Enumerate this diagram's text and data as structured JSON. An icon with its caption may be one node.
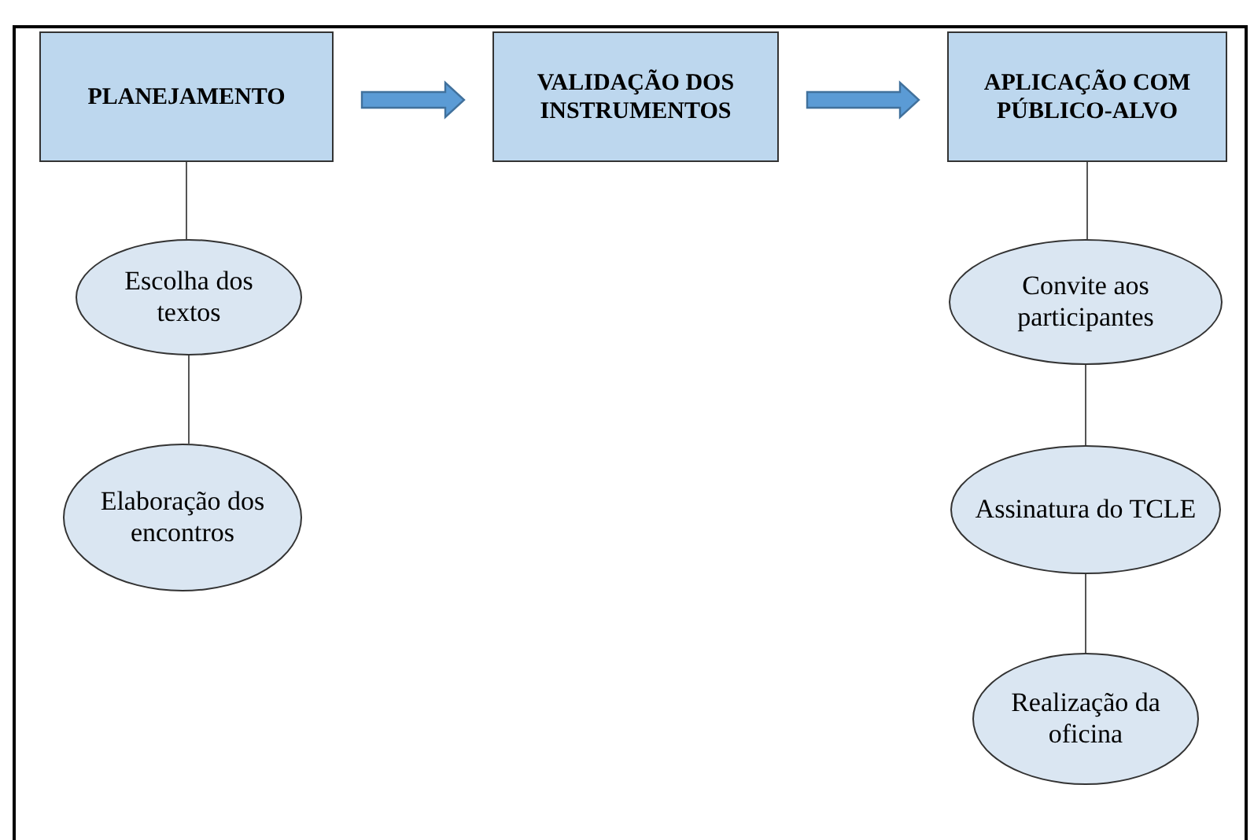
{
  "diagram": {
    "nodes": [
      {
        "text": [
          "PLANEJAMENTO"
        ]
      },
      {
        "text": [
          "VALIDAÇÃO DOS INSTRUMENTOS"
        ]
      },
      {
        "text": [
          "APLICAÇÃO COM PÚBLICO-ALVO"
        ]
      },
      {
        "text": [
          "Escolha dos textos"
        ]
      },
      {
        "text": [
          "Elaboração dos encontros"
        ]
      },
      {
        "text": [
          "Convite aos participantes"
        ]
      },
      {
        "text": [
          "Assinatura do TCLE"
        ]
      },
      {
        "text": [
          "Realização da oficina"
        ]
      }
    ],
    "edges": [
      {
        "from": 0,
        "to": 1,
        "arrow": "to",
        "style": "thick"
      },
      {
        "from": 1,
        "to": 2,
        "arrow": "to",
        "style": "thick"
      },
      {
        "from": 0,
        "to": 3,
        "arrow": "none"
      },
      {
        "from": 3,
        "to": 4,
        "arrow": "none"
      },
      {
        "from": 2,
        "to": 5,
        "arrow": "none"
      },
      {
        "from": 5,
        "to": 6,
        "arrow": "none"
      },
      {
        "from": 6,
        "to": 7,
        "arrow": "none"
      }
    ]
  }
}
